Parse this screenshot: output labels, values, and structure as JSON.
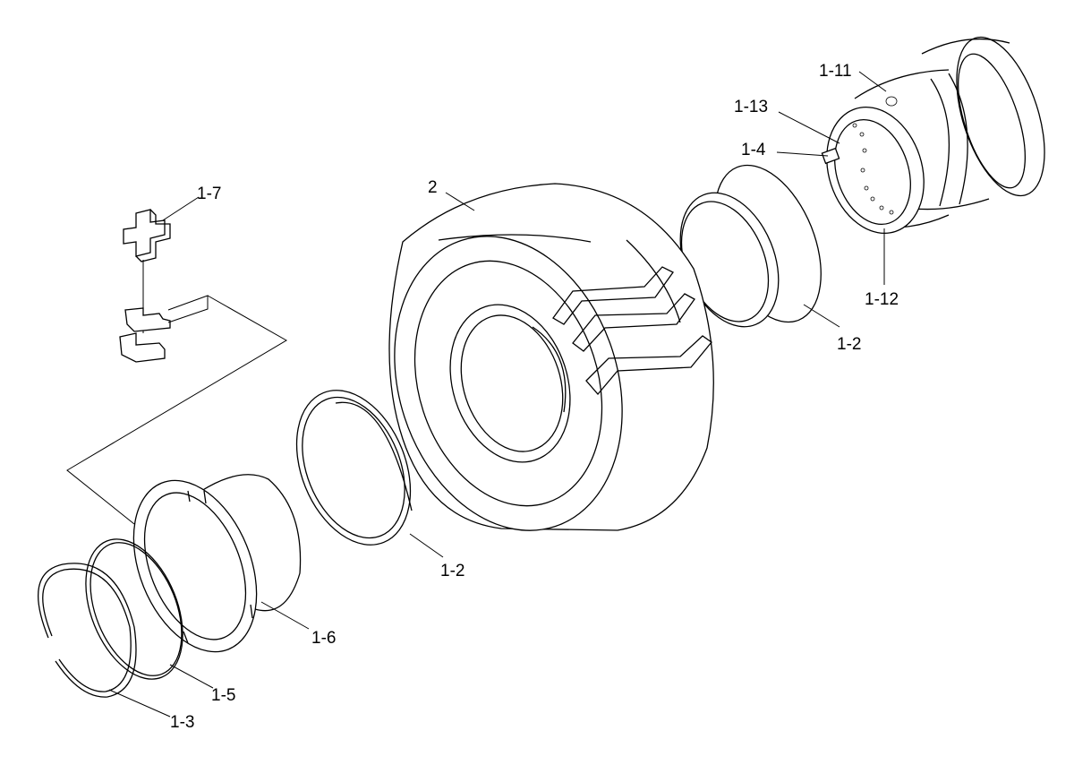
{
  "diagram": {
    "callouts": [
      {
        "id": "tire",
        "text": "2"
      },
      {
        "id": "flap-right",
        "text": "1-2"
      },
      {
        "id": "flap-left",
        "text": "1-2"
      },
      {
        "id": "lock-ring",
        "text": "1-3"
      },
      {
        "id": "key-rim",
        "text": "1-4"
      },
      {
        "id": "o-ring",
        "text": "1-5"
      },
      {
        "id": "bead-seat",
        "text": "1-6"
      },
      {
        "id": "driver-key",
        "text": "1-7"
      },
      {
        "id": "rim-base",
        "text": "1-11"
      },
      {
        "id": "bolt-ring",
        "text": "1-12"
      },
      {
        "id": "valve",
        "text": "1-13"
      }
    ]
  }
}
